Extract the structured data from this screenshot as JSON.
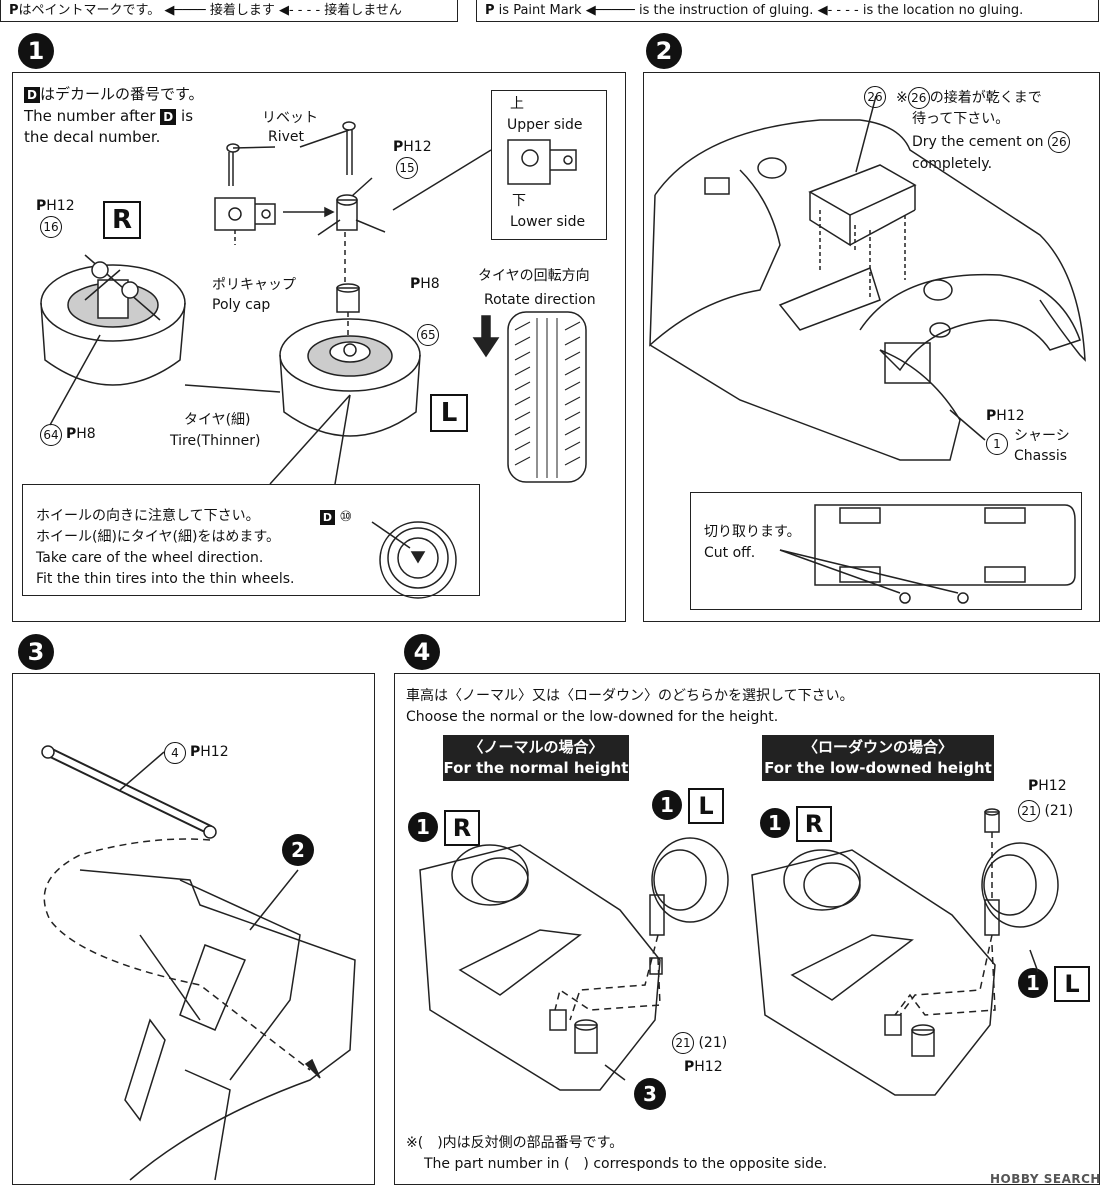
{
  "legend_jp": {
    "paint_mark": "はペイントマークです。",
    "glue": "接着します",
    "no_glue": "接着しません"
  },
  "legend_en": {
    "paint_mark": "is Paint Mark",
    "glue": "is the instruction of gluing.",
    "no_glue": "is the location no gluing."
  },
  "paint_symbol": "P",
  "step1": {
    "number": "1",
    "decal_note_jp": "はデカールの番号です。",
    "decal_note_en_1": "The number after",
    "decal_note_en_2": "is",
    "decal_note_en_3": "the decal number.",
    "decal_letter": "D",
    "rivet_jp": "リベット",
    "rivet_en": "Rivet",
    "upper_jp": "上",
    "upper_en": "Upper side",
    "lower_jp": "下",
    "lower_en": "Lower side",
    "polycap_jp": "ポリキャップ",
    "polycap_en": "Poly cap",
    "rotate_jp": "タイヤの回転方向",
    "rotate_en": "Rotate direction",
    "tire_jp": "タイヤ(細)",
    "tire_en": "Tire(Thinner)",
    "label_r": "R",
    "label_l": "L",
    "part_15": "15",
    "part_16": "16",
    "part_64": "64",
    "part_65": "65",
    "paint_12": "H12",
    "paint_8": "H8",
    "note_jp_1": "ホイールの向きに注意して下さい。",
    "note_jp_2": "ホイール(細)にタイヤ(細)をはめます。",
    "note_en_1": "Take care of the wheel direction.",
    "note_en_2": "Fit the thin tires into the thin wheels.",
    "decal_no": "⑩"
  },
  "step2": {
    "number": "2",
    "part_26": "26",
    "note_jp_1": "※",
    "note_jp_2": "の接着が乾くまで",
    "note_jp_3": "待って下さい。",
    "note_en_1": "Dry the cement on",
    "note_en_2": "completely.",
    "part_1": "1",
    "chassis_jp": "シャーシ",
    "chassis_en": "Chassis",
    "paint_12": "H12",
    "cut_jp": "切り取ります。",
    "cut_en": "Cut off."
  },
  "step3": {
    "number": "3",
    "part_4": "4",
    "paint_12": "H12",
    "ref_2": "2"
  },
  "step4": {
    "number": "4",
    "choose_jp": "車高は〈ノーマル〉又は〈ローダウン〉のどちらかを選択して下さい。",
    "choose_en": "Choose the normal or the low-downed for the height.",
    "normal_jp": "〈ノーマルの場合〉",
    "normal_en": "For the normal height",
    "low_jp": "〈ローダウンの場合〉",
    "low_en": "For the low-downed height",
    "ref_1": "1",
    "ref_3": "3",
    "label_r": "R",
    "label_l": "L",
    "part_21": "21",
    "part_21_opp": "(21)",
    "paint_12": "H12",
    "footnote_jp": "※(　)内は反対側の部品番号です。",
    "footnote_en": "The part number in (　) corresponds to the opposite side."
  },
  "watermark": "HOBBY SEARCH"
}
